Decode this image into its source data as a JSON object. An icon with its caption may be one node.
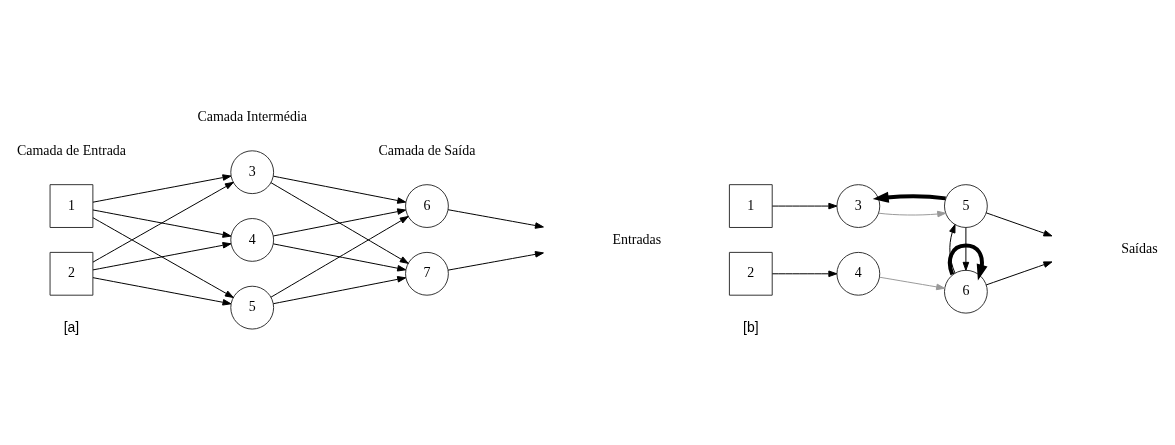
{
  "diagram": {
    "nodes": [
      {
        "text": [
          "1"
        ]
      },
      {
        "text": [
          "2"
        ]
      },
      {
        "text": [
          "3"
        ]
      },
      {
        "text": [
          "4"
        ]
      },
      {
        "text": [
          "5"
        ]
      },
      {
        "text": [
          "6"
        ]
      },
      {
        "text": [
          "7"
        ]
      },
      {
        "text": [
          "1"
        ]
      },
      {
        "text": [
          "2"
        ]
      },
      {
        "text": [
          "3"
        ]
      },
      {
        "text": [
          "4"
        ]
      },
      {
        "text": [
          "5"
        ]
      },
      {
        "text": [
          "6"
        ]
      }
    ],
    "edges": [
      {
        "from": 0,
        "to": 2,
        "arrow": "to"
      },
      {
        "from": 0,
        "to": 3,
        "arrow": "to"
      },
      {
        "from": 0,
        "to": 4,
        "arrow": "to"
      },
      {
        "from": 1,
        "to": 2,
        "arrow": "to"
      },
      {
        "from": 1,
        "to": 3,
        "arrow": "to"
      },
      {
        "from": 1,
        "to": 4,
        "arrow": "to"
      },
      {
        "from": 2,
        "to": 5,
        "arrow": "to"
      },
      {
        "from": 2,
        "to": 6,
        "arrow": "to"
      },
      {
        "from": 3,
        "to": 5,
        "arrow": "to"
      },
      {
        "from": 3,
        "to": 6,
        "arrow": "to"
      },
      {
        "from": 4,
        "to": 5,
        "arrow": "to"
      },
      {
        "from": 4,
        "to": 6,
        "arrow": "to"
      },
      {
        "from": 5,
        "to": null,
        "arrow": "to"
      },
      {
        "from": 6,
        "to": null,
        "arrow": "to"
      },
      {
        "from": 7,
        "to": 9,
        "arrow": "to"
      },
      {
        "from": 9,
        "to": 11,
        "arrow": "to",
        "color": "#999999"
      },
      {
        "from": 11,
        "to": null,
        "arrow": "to"
      },
      {
        "from": 8,
        "to": 10,
        "arrow": "to"
      },
      {
        "from": 10,
        "to": 12,
        "arrow": "to",
        "color": "#999999"
      },
      {
        "from": 12,
        "to": null,
        "arrow": "to"
      },
      {
        "from": 11,
        "to": 9,
        "arrow": "to",
        "style": "thick"
      },
      {
        "from": 11,
        "to": 12,
        "arrow": "to"
      },
      {
        "from": 12,
        "to": 11,
        "arrow": "to"
      },
      {
        "from": 12,
        "to": 12,
        "arrow": "to",
        "style": "thick"
      }
    ],
    "labels": [
      "Camada de Entrada",
      "Camada Intermédia",
      "Camada de Saída",
      "[a]",
      "Entradas",
      "Saídas",
      "[b]"
    ]
  }
}
